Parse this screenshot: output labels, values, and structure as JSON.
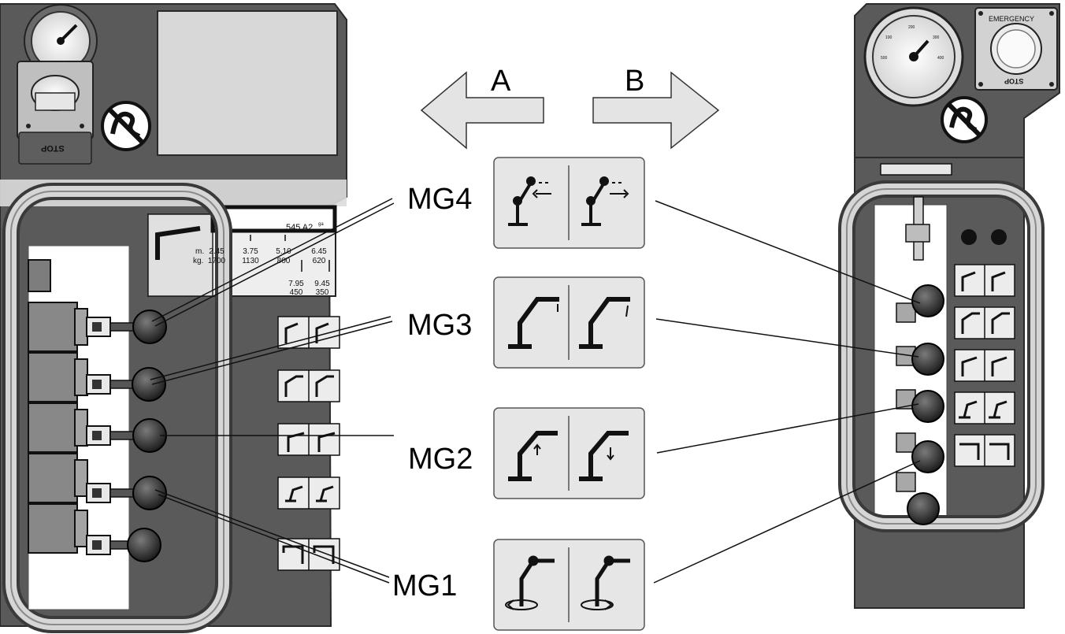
{
  "direction_labels": {
    "left": "A",
    "right": "B"
  },
  "groups": [
    {
      "id": "MG4",
      "label": "MG4",
      "icon_left": "boom-extension-retract-icon",
      "icon_right": "boom-extension-extend-icon"
    },
    {
      "id": "MG3",
      "label": "MG3",
      "icon_left": "jib-raise-icon",
      "icon_right": "jib-lower-icon"
    },
    {
      "id": "MG2",
      "label": "MG2",
      "icon_left": "boom-raise-icon",
      "icon_right": "boom-lower-icon"
    },
    {
      "id": "MG1",
      "label": "MG1",
      "icon_left": "slew-left-icon",
      "icon_right": "slew-right-icon"
    }
  ],
  "left_panel": {
    "stop_label": "STOP",
    "load_chart": {
      "model": "545 A2",
      "corner": "ga",
      "unit_m": "m.",
      "unit_kg": "kg.",
      "reach_m": [
        "2.45",
        "3.75",
        "5.10",
        "6.45",
        "7.95",
        "9.45"
      ],
      "capacity_kg": [
        "1700",
        "1130",
        "800",
        "620",
        "450",
        "350"
      ]
    }
  },
  "right_panel": {
    "emergency_label": "EMERGENCY",
    "stop_label": "STOP",
    "gauge_ticks": [
      "100",
      "200",
      "300",
      "400",
      "500"
    ]
  },
  "colors": {
    "panel": "#5a5a5a",
    "panel_dark": "#3d3d3d",
    "arrow_fill": "#e4e4e4",
    "label_box": "#e6e6e6",
    "line": "#111111"
  }
}
